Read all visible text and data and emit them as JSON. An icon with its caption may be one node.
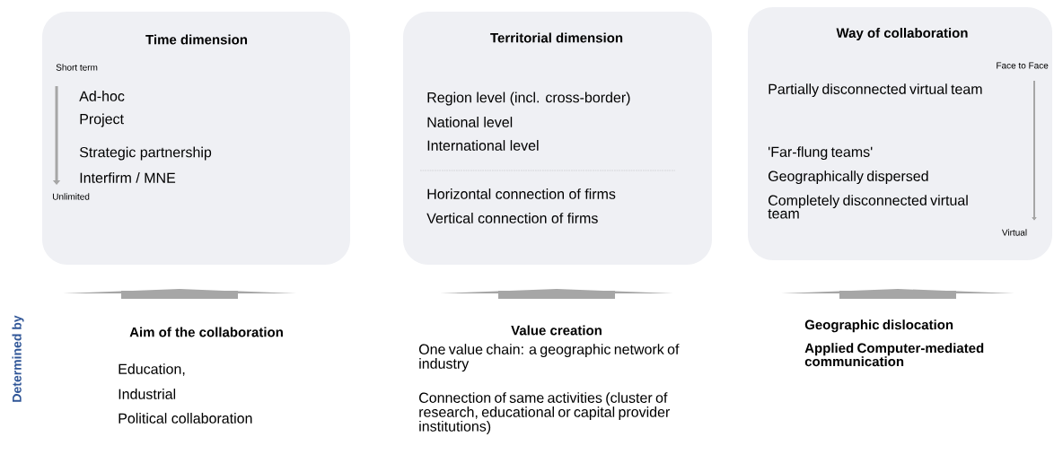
{
  "diagram": {
    "nodes": [
      {
        "text": [
          "Time dimension",
          "Short term",
          "Ad-hoc",
          "Project",
          "Strategic partnership",
          "Interfirm / MNE",
          "Unlimited"
        ]
      },
      {
        "text": [
          "Territorial dimension",
          "Region level (incl. cross-border)",
          "National level",
          "International level",
          "Horizontal connection of firms",
          "Vertical connection of firms"
        ]
      },
      {
        "text": [
          "Way of collaboration",
          "Face to Face",
          "Partially disconnected virtual team",
          "'Far-flung teams'",
          "Geographically dispersed",
          "Completely disconnected virtual team",
          "Virtual"
        ]
      }
    ],
    "labels": [
      "Determined by",
      "Aim of the collaboration",
      "Education,",
      "Industrial",
      "Political collaboration",
      "Value creation",
      "One value chain: a geographic network of industry",
      "Connection of same activities (cluster of research, educational or capital provider institutions)",
      "Geographic dislocation",
      "Applied Computer-mediated communication"
    ]
  }
}
